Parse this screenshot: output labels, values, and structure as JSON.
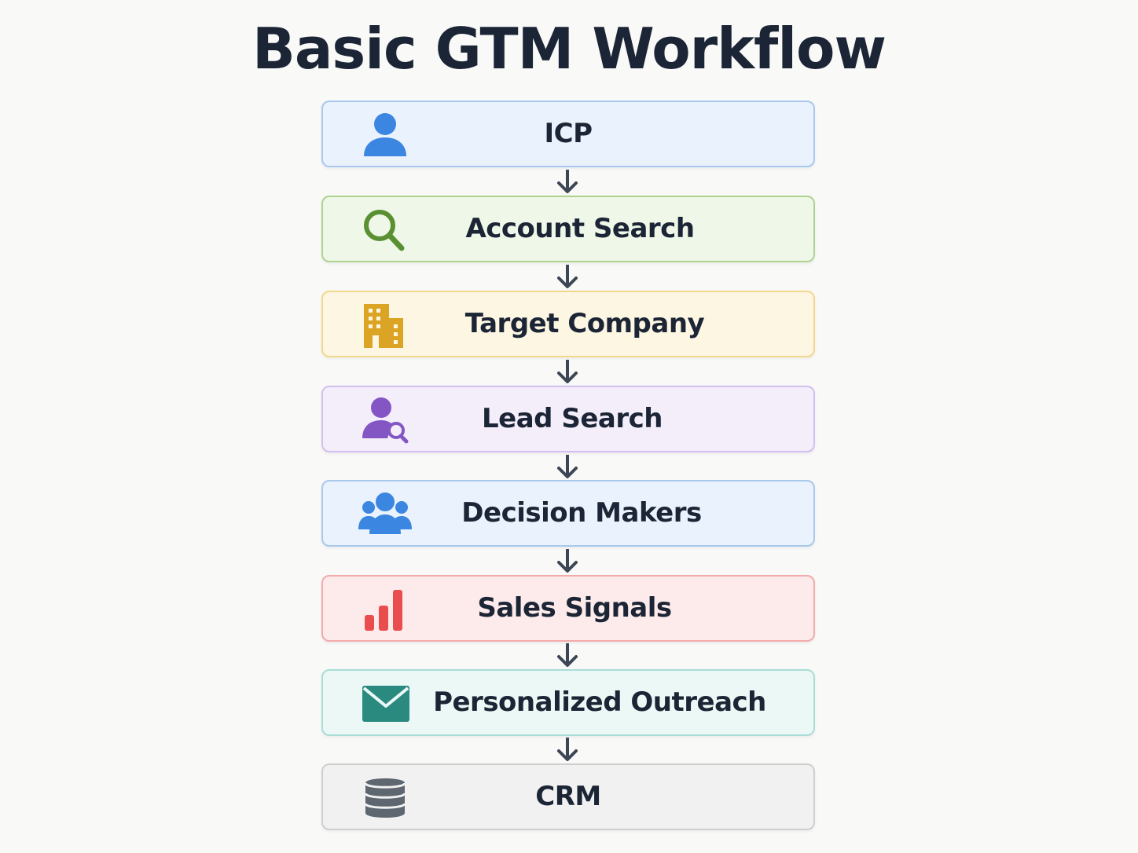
{
  "title": "Basic GTM Workflow",
  "steps": [
    {
      "label": "ICP",
      "icon": "user-icon",
      "fill": "#eaf2fd",
      "border": "#a9c8ee",
      "icon_color": "#3a86e0"
    },
    {
      "label": "Account Search",
      "icon": "magnifier-icon",
      "fill": "#eff7e8",
      "border": "#afd38f",
      "icon_color": "#5a8f32"
    },
    {
      "label": "Target Company",
      "icon": "building-icon",
      "fill": "#fdf6e3",
      "border": "#f4d78d",
      "icon_color": "#dba424"
    },
    {
      "label": "Lead Search",
      "icon": "user-search-icon",
      "fill": "#f4eefb",
      "border": "#d3bff0",
      "icon_color": "#8456c4"
    },
    {
      "label": "Decision Makers",
      "icon": "group-icon",
      "fill": "#eaf2fd",
      "border": "#a9c8ee",
      "icon_color": "#3a86e0"
    },
    {
      "label": "Sales Signals",
      "icon": "bar-chart-icon",
      "fill": "#fdebeb",
      "border": "#f3aaaa",
      "icon_color": "#ea4d4d"
    },
    {
      "label": "Personalized Outreach",
      "icon": "envelope-icon",
      "fill": "#ecf8f6",
      "border": "#a9ddd6",
      "icon_color": "#2a8a80"
    },
    {
      "label": "CRM",
      "icon": "database-icon",
      "fill": "#f1f1f1",
      "border": "#cfcfcf",
      "icon_color": "#5e6670"
    }
  ],
  "arrow_color": "#3d4654"
}
